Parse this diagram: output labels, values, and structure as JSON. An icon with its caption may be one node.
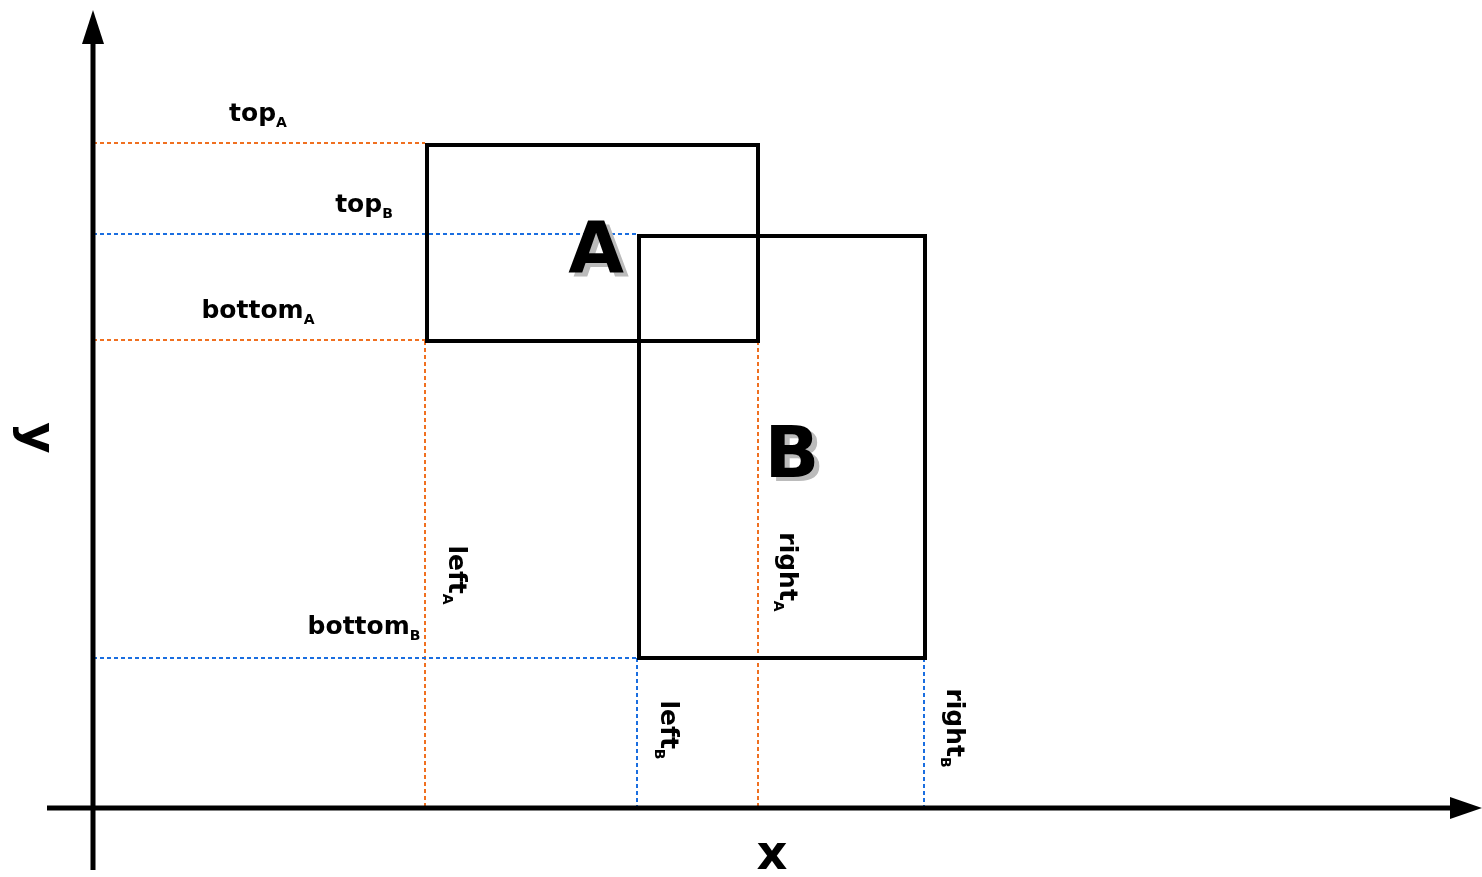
{
  "diagram": {
    "nodes": [
      {
        "text": [
          "A"
        ]
      },
      {
        "text": [
          "B"
        ]
      }
    ],
    "labels": [
      "top$_{A}$",
      "top$_{B}$",
      "bottom$_{A}$",
      "left$_{A}$",
      "right$_{A}$",
      "bottom$_{B}$",
      "left$_{B}$",
      "right$_{B}$",
      "y",
      "x"
    ]
  }
}
